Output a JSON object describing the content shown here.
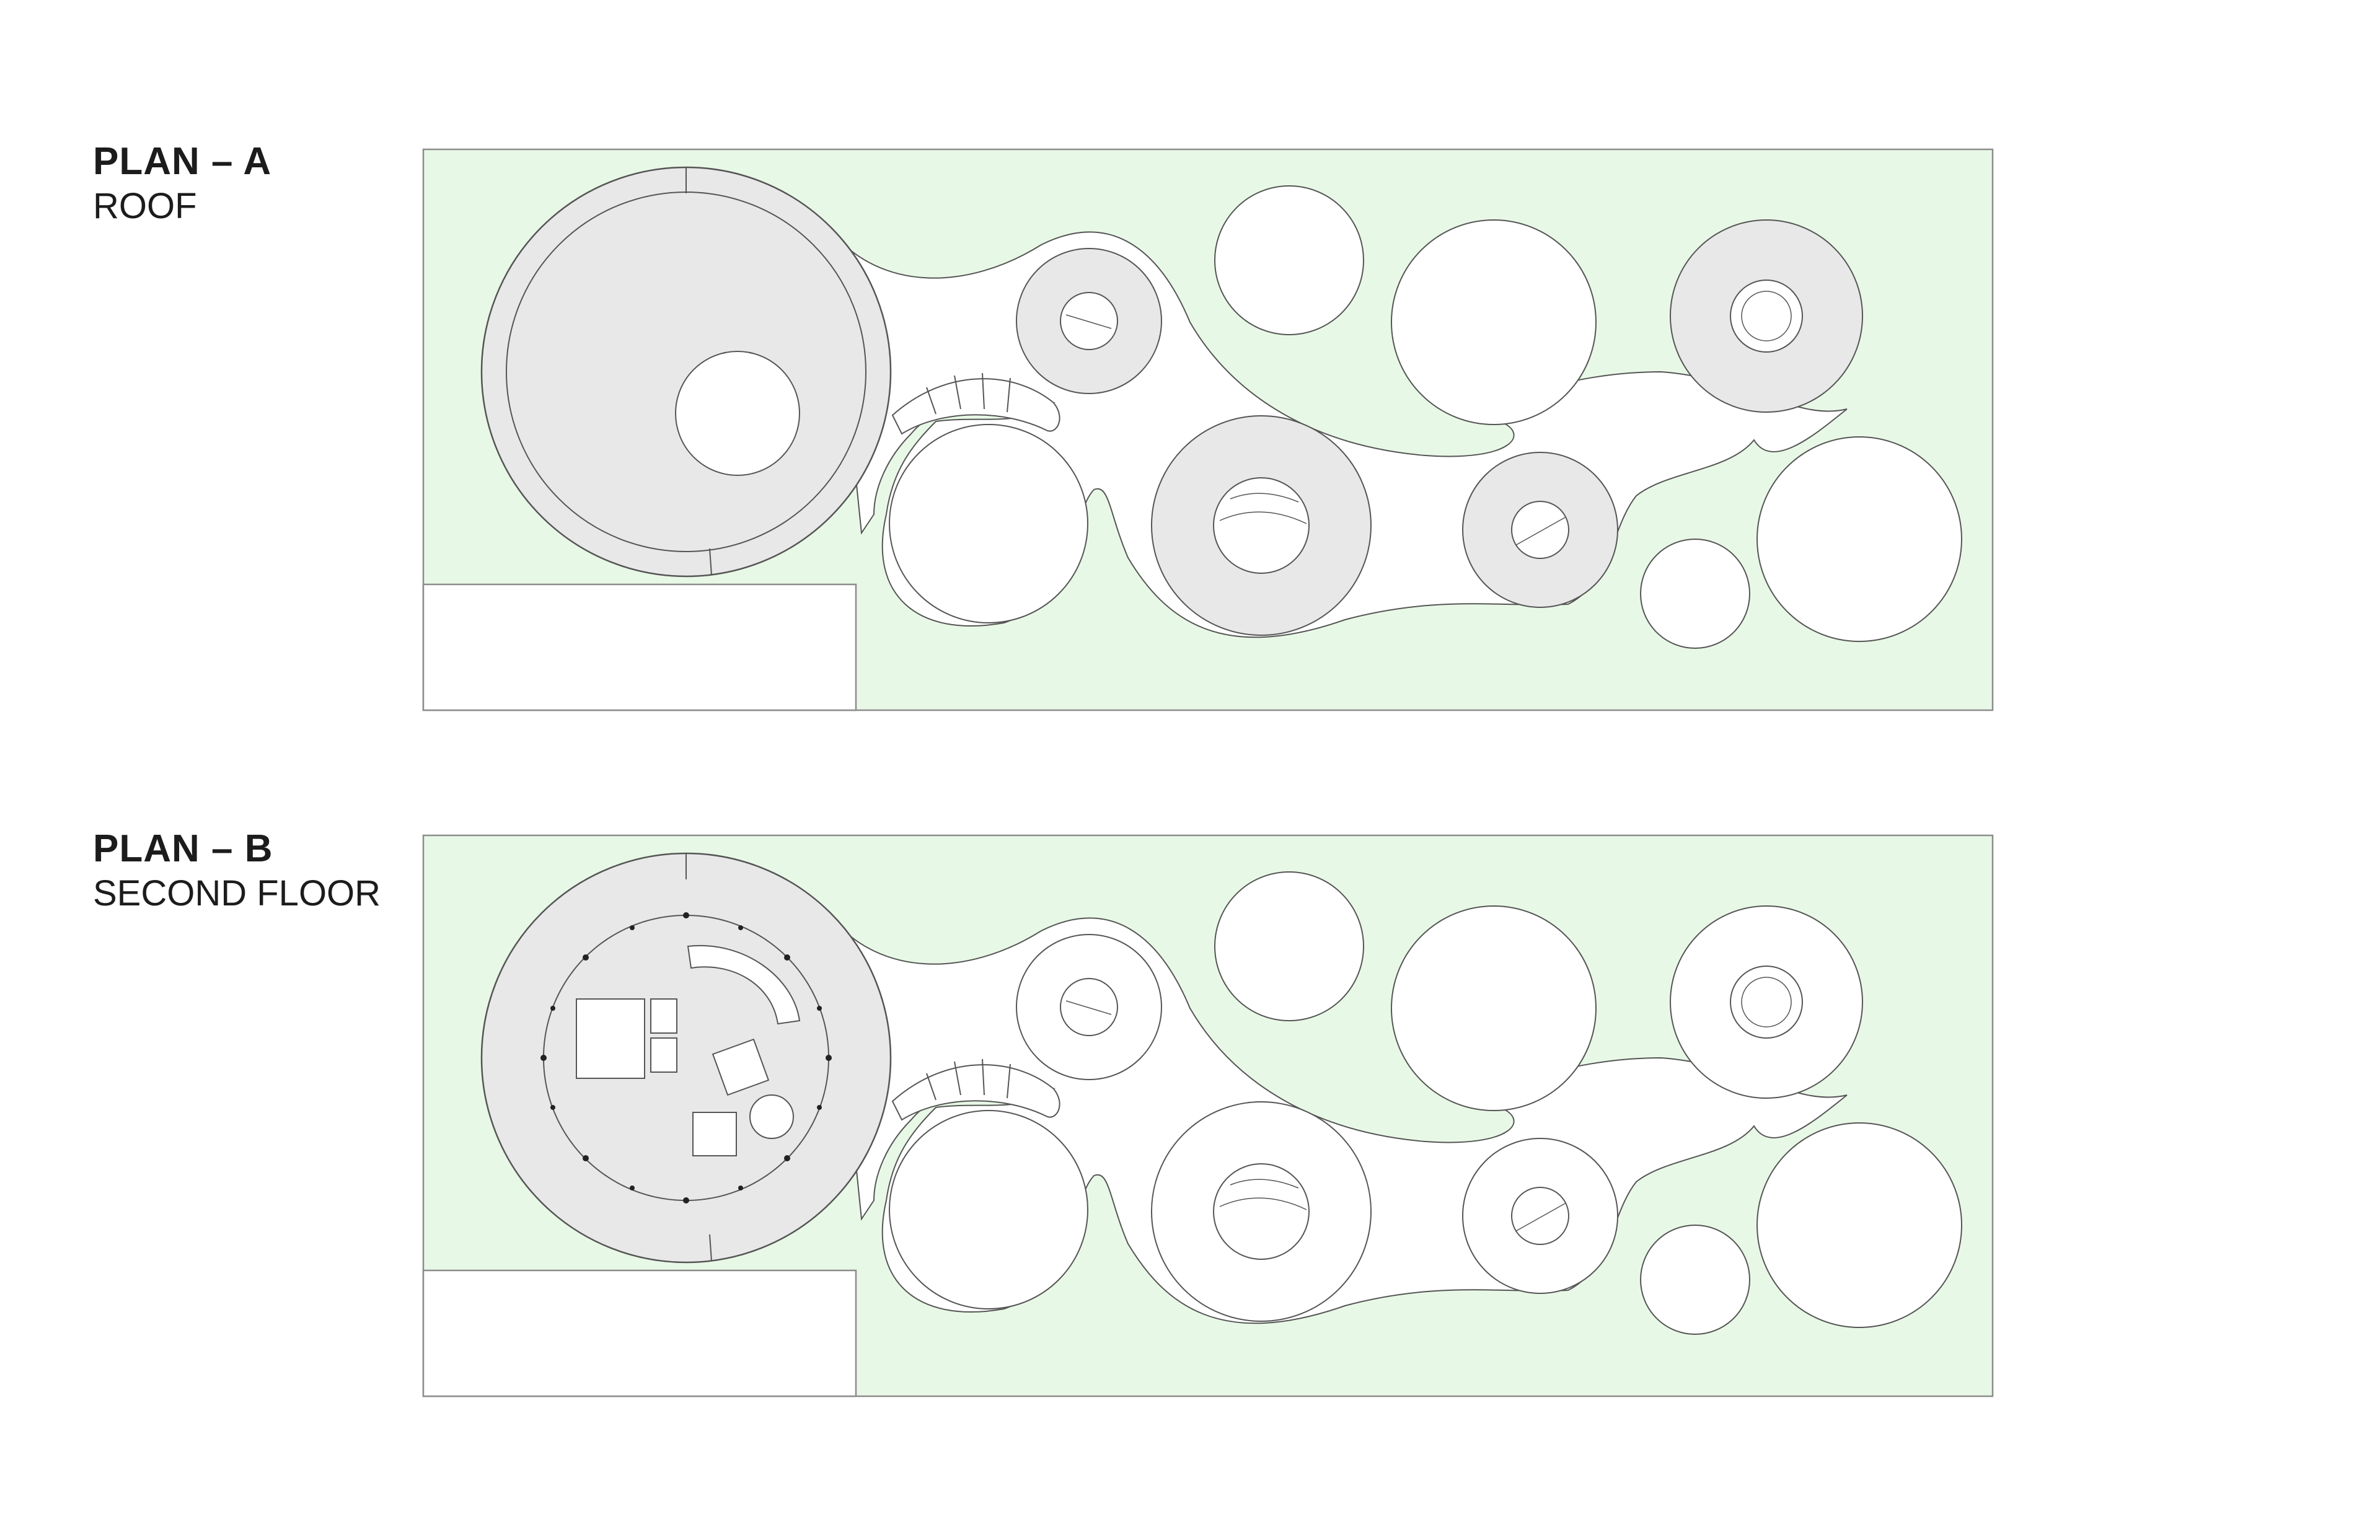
{
  "plans": [
    {
      "title": "PLAN – A",
      "subtitle": "ROOF"
    },
    {
      "title": "PLAN – B",
      "subtitle": "SECOND FLOOR"
    }
  ],
  "colors": {
    "site_fill": "#e8f8e6",
    "building_fill": "#e8e8e8",
    "void_fill": "#ffffff",
    "line": "#6a6a6a"
  }
}
